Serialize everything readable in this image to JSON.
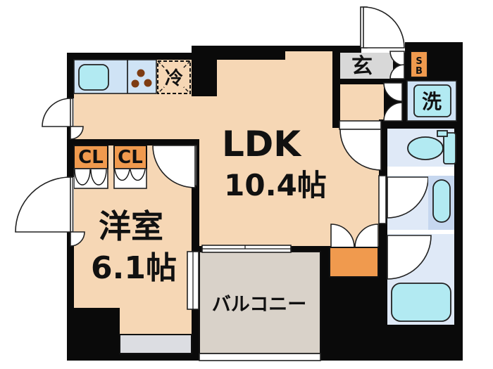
{
  "labels": {
    "ldk_name": "LDK",
    "ldk_size": "10.4帖",
    "western_room_name": "洋室",
    "western_room_size": "6.1帖",
    "balcony": "バルコニー",
    "entrance": "玄",
    "refrigerator": "冷",
    "washer": "洗",
    "shoebox_s": "S",
    "shoebox_b": "B",
    "closet_left": "CL",
    "closet_right": "CL"
  },
  "colors": {
    "wall": "#0a0a0a",
    "room_floor": "#f6d7b5",
    "closet": "#f09a4e",
    "wet_floor": "#dfe9f7",
    "fixture": "#b2eaf2",
    "counter": "#cfe3f5",
    "basin_panel": "#c6d7ef",
    "genkan": "#d8d8d8",
    "balcony": "#d9d2c9",
    "window_glass": "#dcdde2"
  }
}
